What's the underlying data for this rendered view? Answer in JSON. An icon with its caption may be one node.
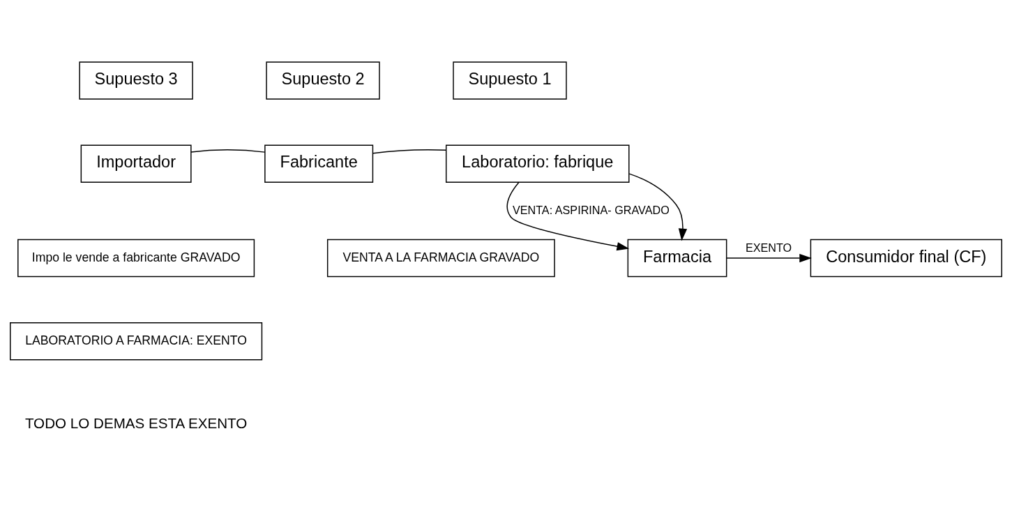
{
  "diagram": {
    "nodes": [
      {
        "text": [
          "Supuesto 3"
        ]
      },
      {
        "text": [
          "Supuesto 2"
        ]
      },
      {
        "text": [
          "Supuesto 1"
        ]
      },
      {
        "text": [
          "Importador"
        ]
      },
      {
        "text": [
          "Fabricante"
        ]
      },
      {
        "text": [
          "Laboratorio: fabrique"
        ]
      },
      {
        "text": [
          "Impo le vende a fabricante GRAVADO"
        ]
      },
      {
        "text": [
          "VENTA A LA FARMACIA GRAVADO"
        ]
      },
      {
        "text": [
          "Farmacia"
        ]
      },
      {
        "text": [
          "Consumidor final (CF)"
        ]
      },
      {
        "text": [
          "LABORATORIO A FARMACIA: EXENTO"
        ]
      }
    ],
    "edges": [
      {
        "from": 3,
        "to": 4,
        "arrow": "none"
      },
      {
        "from": 4,
        "to": 5,
        "arrow": "none"
      },
      {
        "from": 5,
        "to": 8,
        "arrow": "to",
        "label": "VENTA: ASPIRINA- GRAVADO"
      },
      {
        "from": 5,
        "to": 8,
        "arrow": "to"
      },
      {
        "from": 8,
        "to": 9,
        "arrow": "to",
        "label": "EXENTO"
      }
    ],
    "labels": [
      "TODO LO DEMAS ESTA EXENTO"
    ]
  }
}
